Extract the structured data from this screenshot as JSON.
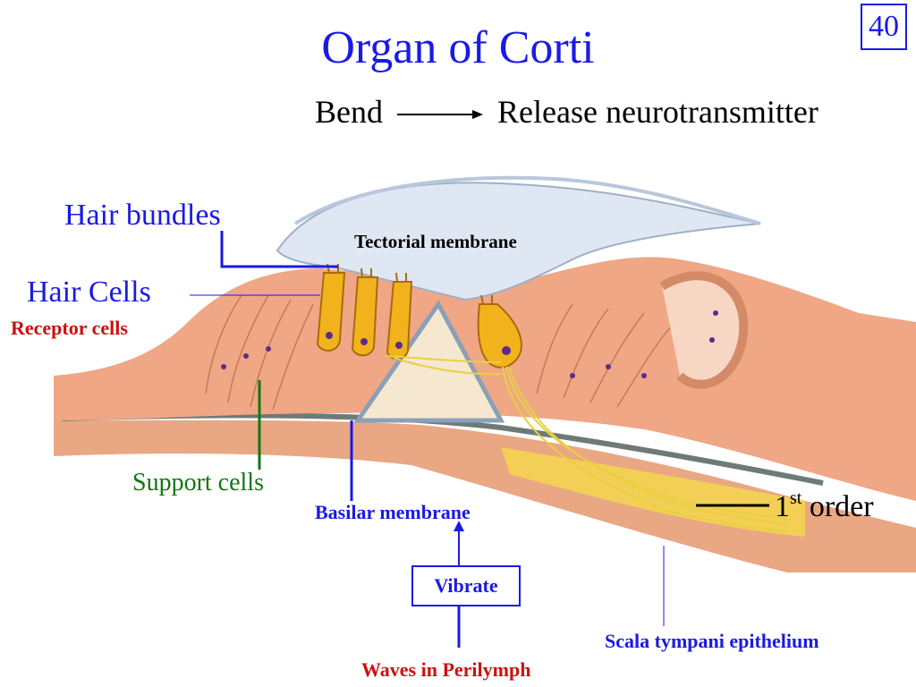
{
  "slide": {
    "title": "Organ of Corti",
    "page_number": "40",
    "arrow_left": "Bend",
    "arrow_right": "Release neurotransmitter"
  },
  "labels": {
    "hair_bundles": "Hair bundles",
    "hair_cells": "Hair Cells",
    "receptor_cells": "Receptor cells",
    "tectorial_membrane": "Tectorial membrane",
    "support_cells": "Support cells",
    "basilar_membrane": "Basilar membrane",
    "vibrate": "Vibrate",
    "waves_in_perilymph": "Waves in Perilymph",
    "scala_tympani_epithelium": "Scala tympani epithelium",
    "first_order_num": "1",
    "first_order_sup": "st",
    "first_order_text": "order"
  },
  "colors": {
    "label_blue": "#1a1ae6",
    "label_red": "#cc1111",
    "label_green": "#127712",
    "tissue": "#e8a07a",
    "membrane": "#dfe7f3",
    "hair_cell": "#f2b21c",
    "nerve": "#e8d040"
  }
}
